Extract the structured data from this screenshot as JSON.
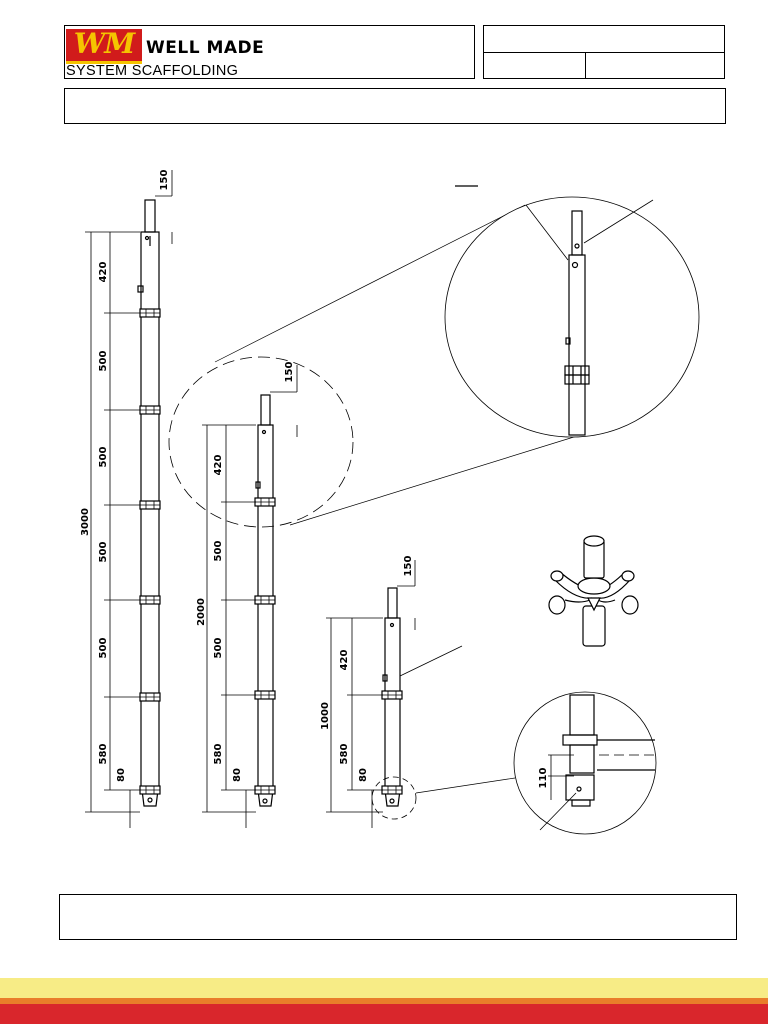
{
  "header": {
    "logo_mark": "WM",
    "brand_name": "WELL MADE",
    "tagline": "SYSTEM SCAFFOLDING"
  },
  "colors": {
    "logo_red": "#d11b1b",
    "logo_yellow": "#f5c400",
    "band_yellow": "#f7ec86",
    "band_red": "#d9262c"
  },
  "drawing": {
    "std_3000": {
      "total": "3000",
      "top": "150",
      "spacings": [
        "420",
        "500",
        "500",
        "500",
        "500",
        "580"
      ],
      "bottom": "80"
    },
    "std_2000": {
      "total": "2000",
      "top": "150",
      "spacings": [
        "420",
        "500",
        "500",
        "580"
      ],
      "bottom": "80"
    },
    "std_1000": {
      "total": "1000",
      "top": "150",
      "spacings": [
        "420",
        "580"
      ],
      "bottom": "80"
    },
    "detail_base": "110"
  }
}
